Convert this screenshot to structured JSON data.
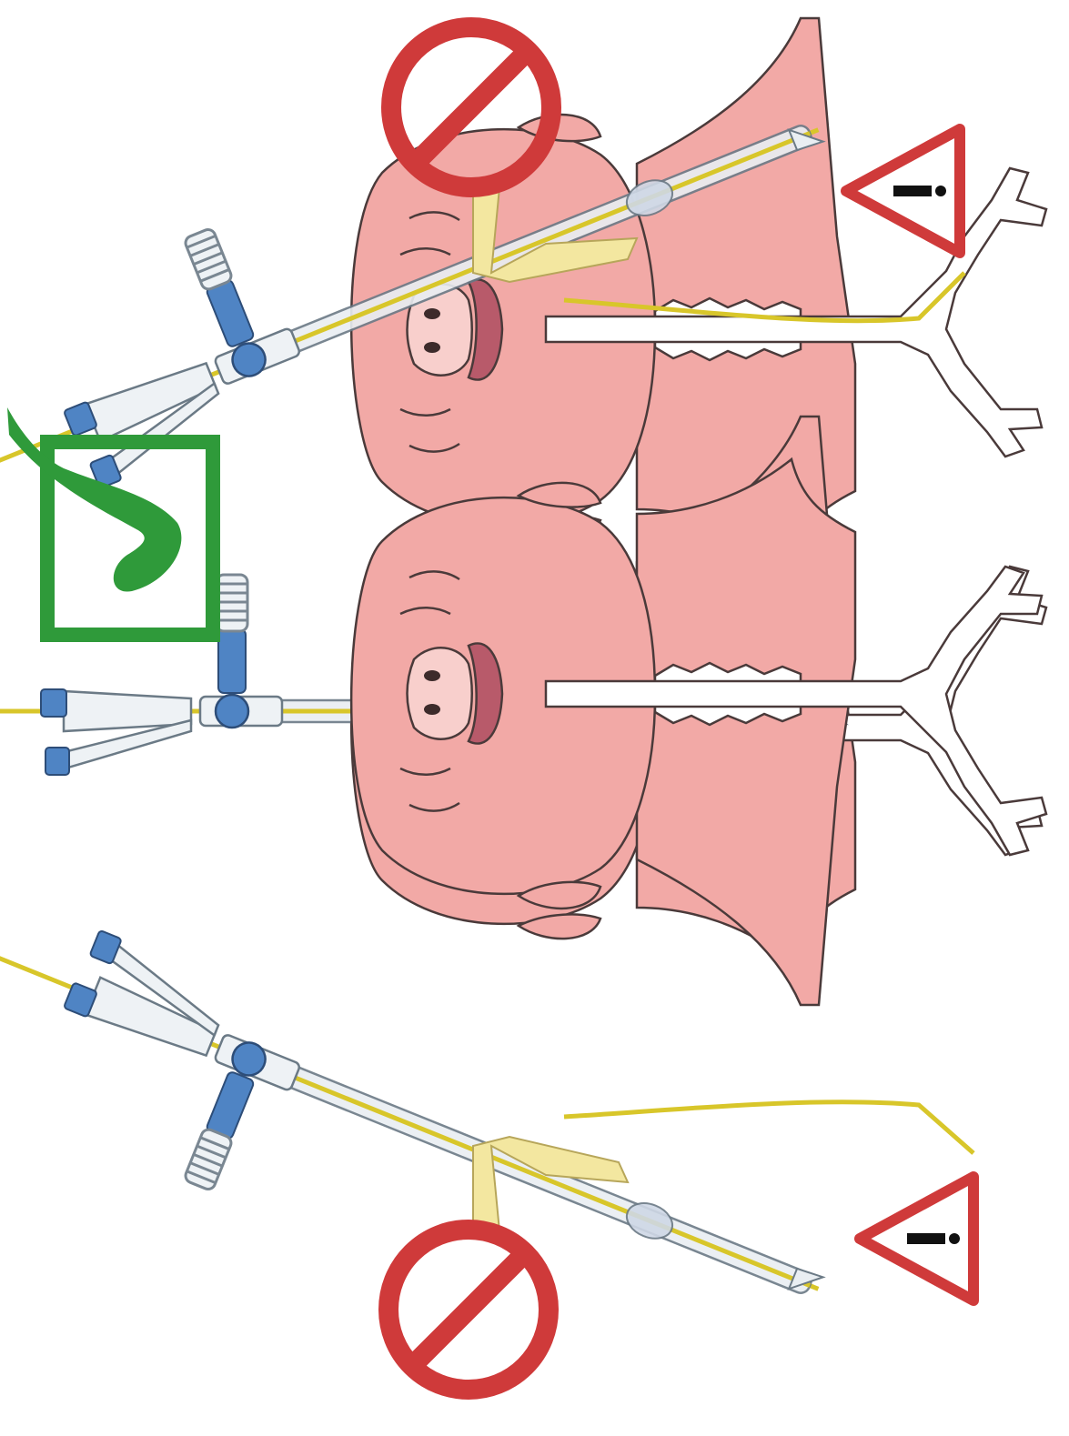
{
  "colors": {
    "background": "#ffffff",
    "skin": "#f2a9a6",
    "skin_light": "#f8cfcc",
    "skin_shadow": "#d97c7a",
    "outline": "#4a3a3a",
    "tape": "#f3e7a0",
    "tube": "#e9eef2",
    "tube_outline": "#6b7a86",
    "catheter": "#d8c62a",
    "connector": "#4f84c4",
    "no_sign": "#cf3a3a",
    "warning": "#cf3a3a",
    "check": "#2f9a3a"
  },
  "panels": [
    {
      "position": "top",
      "status": "incorrect",
      "tube_tip": "right-main-bronchus",
      "symbols": [
        "no-entry-icon",
        "warning-icon"
      ]
    },
    {
      "position": "middle",
      "status": "correct",
      "tube_tip": "above-carina",
      "symbols": [
        "checkmark-icon"
      ]
    },
    {
      "position": "bottom",
      "status": "incorrect",
      "tube_tip": "left-main-bronchus",
      "symbols": [
        "no-entry-icon",
        "warning-icon"
      ]
    }
  ]
}
